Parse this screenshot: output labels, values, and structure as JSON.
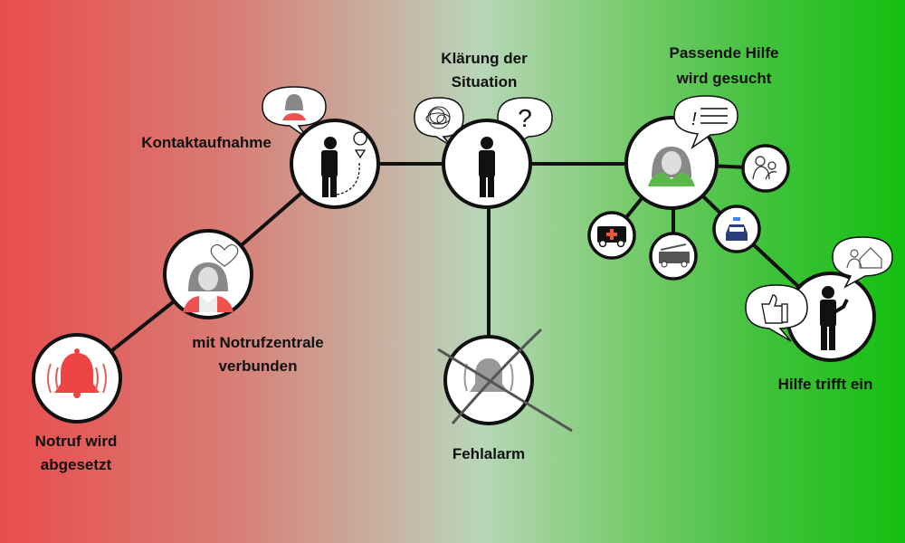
{
  "title": "Ablauf eines Notrufs",
  "colors": {
    "start": "#e94c4d",
    "middle": "#b8d6b8",
    "end": "#14bf10",
    "bell": "#ef4444",
    "operator_accent_red": "#ef5350",
    "operator_accent_green": "#5cb84a"
  },
  "steps": {
    "notruf": {
      "line1": "Notruf wird",
      "line2": "abgesetzt",
      "icon": "bell-ringing-icon"
    },
    "verbunden": {
      "line1": "mit Notrufzentrale",
      "line2": "verbunden",
      "icon": "operator-headset-icon"
    },
    "kontakt": {
      "label": "Kontaktaufnahme",
      "icon": "person-phone-location-icon"
    },
    "klaerung": {
      "line1": "Klärung der",
      "line2": "Situation",
      "icon": "person-phone-question-icon",
      "bubble_text": "?"
    },
    "fehlalarm": {
      "label": "Fehlalarm",
      "icon": "crossed-bell-icon"
    },
    "hilfe_gesucht": {
      "line1": "Passende Hilfe",
      "line2": "wird gesucht",
      "icon": "operator-green-icon",
      "bubble_text": "!"
    },
    "hilfe_trifft_ein": {
      "label": "Hilfe trifft ein",
      "icon": "person-thumbs-up-icon"
    }
  },
  "help_options": [
    "ambulance-icon",
    "fire-truck-icon",
    "police-car-icon",
    "family-care-icon"
  ]
}
